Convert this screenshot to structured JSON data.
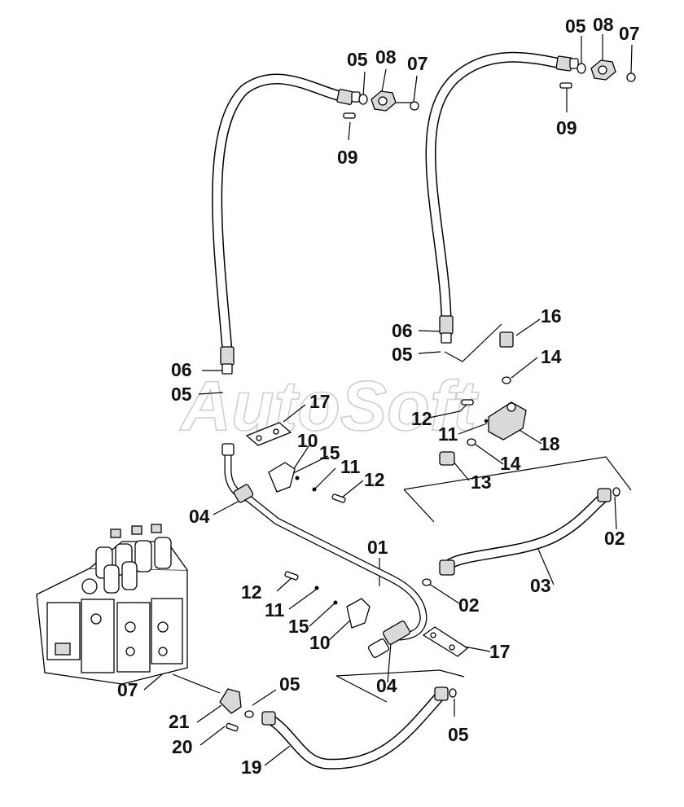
{
  "watermark": "AutoSoft",
  "callouts": [
    {
      "id": "c1",
      "text": "05"
    },
    {
      "id": "c2",
      "text": "08"
    },
    {
      "id": "c3",
      "text": "07"
    },
    {
      "id": "c4",
      "text": "09"
    },
    {
      "id": "c5",
      "text": "05"
    },
    {
      "id": "c6",
      "text": "08"
    },
    {
      "id": "c7",
      "text": "07"
    },
    {
      "id": "c8",
      "text": "09"
    },
    {
      "id": "c9",
      "text": "06"
    },
    {
      "id": "c10",
      "text": "05"
    },
    {
      "id": "c11",
      "text": "16"
    },
    {
      "id": "c12",
      "text": "14"
    },
    {
      "id": "c13",
      "text": "06"
    },
    {
      "id": "c14",
      "text": "05"
    },
    {
      "id": "c15",
      "text": "17"
    },
    {
      "id": "c16",
      "text": "12"
    },
    {
      "id": "c17",
      "text": "11"
    },
    {
      "id": "c18",
      "text": "18"
    },
    {
      "id": "c19",
      "text": "10"
    },
    {
      "id": "c20",
      "text": "15"
    },
    {
      "id": "c21",
      "text": "11"
    },
    {
      "id": "c22",
      "text": "12"
    },
    {
      "id": "c23",
      "text": "14"
    },
    {
      "id": "c24",
      "text": "13"
    },
    {
      "id": "c25",
      "text": "04"
    },
    {
      "id": "c26",
      "text": "02"
    },
    {
      "id": "c27",
      "text": "01"
    },
    {
      "id": "c28",
      "text": "12"
    },
    {
      "id": "c29",
      "text": "03"
    },
    {
      "id": "c30",
      "text": "11"
    },
    {
      "id": "c31",
      "text": "02"
    },
    {
      "id": "c32",
      "text": "15"
    },
    {
      "id": "c33",
      "text": "10"
    },
    {
      "id": "c34",
      "text": "17"
    },
    {
      "id": "c35",
      "text": "07"
    },
    {
      "id": "c36",
      "text": "04"
    },
    {
      "id": "c37",
      "text": "05"
    },
    {
      "id": "c38",
      "text": "21"
    },
    {
      "id": "c39",
      "text": "05"
    },
    {
      "id": "c40",
      "text": "20"
    },
    {
      "id": "c41",
      "text": "19"
    }
  ]
}
